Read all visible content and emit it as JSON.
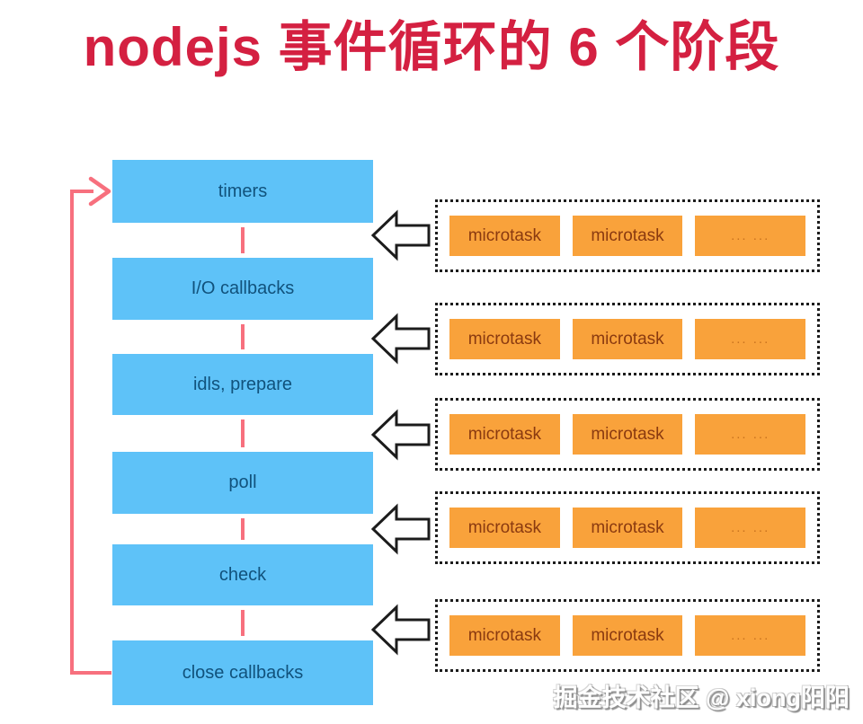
{
  "title": "nodejs 事件循环的 6 个阶段",
  "watermark": "掘金技术社区 @ xiong阳阳",
  "phases": [
    {
      "label": "timers"
    },
    {
      "label": "I/O callbacks"
    },
    {
      "label": "idls, prepare"
    },
    {
      "label": "poll"
    },
    {
      "label": "check"
    },
    {
      "label": "close callbacks"
    }
  ],
  "microtask_groups": [
    {
      "items": [
        "microtask",
        "microtask",
        "... ..."
      ]
    },
    {
      "items": [
        "microtask",
        "microtask",
        "... ..."
      ]
    },
    {
      "items": [
        "microtask",
        "microtask",
        "... ..."
      ]
    },
    {
      "items": [
        "microtask",
        "microtask",
        "... ..."
      ]
    },
    {
      "items": [
        "microtask",
        "microtask",
        "... ..."
      ]
    }
  ],
  "icons": {
    "loop_arrow": "loop-back-arrow",
    "block_arrow": "left-block-arrow"
  },
  "colors": {
    "title": "#d42041",
    "phase_box": "#5ec2f8",
    "phase_text": "#11527c",
    "loop_line": "#f7707e",
    "task_box": "#f9a23b",
    "task_text": "#8a3a10",
    "ellipsis_text": "#c9731f",
    "outline": "#1c1c1c"
  }
}
